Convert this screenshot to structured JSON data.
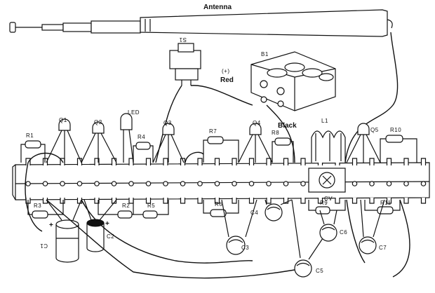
{
  "labels": {
    "antenna": "Antenna",
    "s1": "S1",
    "b1": "B1",
    "plus": "(+)",
    "red": "Red",
    "black": "Black",
    "led": "LED",
    "l1": "L1",
    "cv": "CV",
    "q1": "Q1",
    "q2": "Q2",
    "q3": "Q3",
    "q4": "Q4",
    "q5": "Q5",
    "r1": "R1",
    "r2": "R2",
    "r3": "R3",
    "r4": "R4",
    "r5": "R5",
    "r6": "R6",
    "r7": "R7",
    "r8": "R8",
    "r9": "R9",
    "r10": "R10",
    "r11": "R11",
    "c1": "C1",
    "c2": "C2",
    "c3": "C3",
    "c4": "C4",
    "c5": "C5",
    "c6": "C6",
    "c7": "C7",
    "c1_pol": "+",
    "c2_pol": "+"
  }
}
